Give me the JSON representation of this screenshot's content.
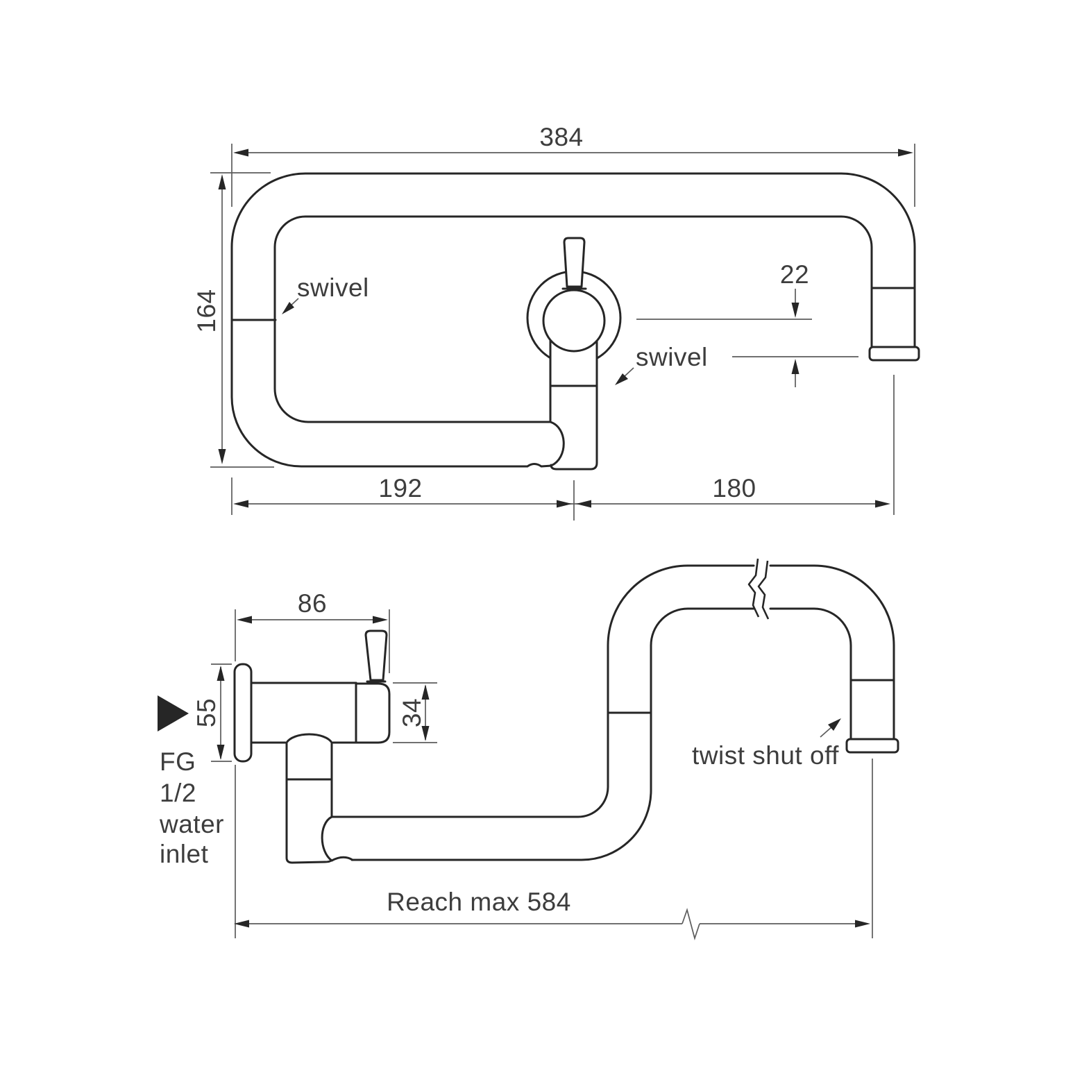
{
  "meta": {
    "background": "#ffffff",
    "line_color": "#262626",
    "dim_line_color": "#5c5c5c",
    "text_color": "#3d3d3d"
  },
  "top_view": {
    "dim_total_width": "384",
    "dim_depth": "164",
    "dim_left_reach": "192",
    "dim_right_reach": "180",
    "dim_outlet_offset": "22",
    "label_swivel_spout": "swivel",
    "label_swivel_body": "swivel"
  },
  "side_view": {
    "dim_wall_to_valve": "86",
    "dim_flange_height": "55",
    "dim_valve_body_height": "34",
    "dim_reach_max": "Reach max 584",
    "label_twist_shut_off": "twist shut off",
    "inlet_label_lines": [
      "FG",
      "1/2",
      "water",
      "inlet"
    ]
  }
}
